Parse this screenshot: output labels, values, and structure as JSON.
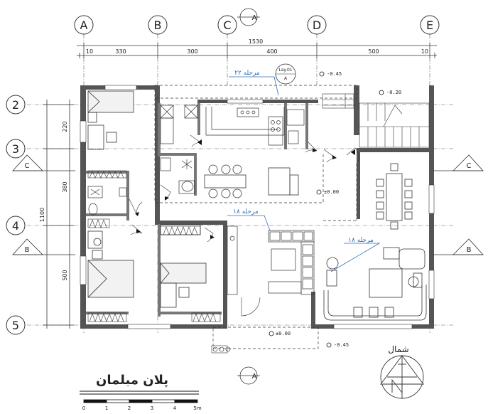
{
  "grid": {
    "cols": [
      "A",
      "B",
      "C",
      "D",
      "E"
    ],
    "rows": [
      "2",
      "3",
      "4",
      "5"
    ]
  },
  "dims": {
    "total": "1530",
    "top": [
      "10",
      "330",
      "300",
      "400",
      "500",
      "10"
    ],
    "left_total": "1100",
    "left": [
      "220",
      "380",
      "500"
    ]
  },
  "sections": {
    "top": "A",
    "bottom": "A",
    "left_upper": "C",
    "left_lower": "B",
    "right_upper": "C",
    "right_lower": "B"
  },
  "levels": {
    "top_stair": "-0.45",
    "stair_landing": "-0.20",
    "hall": "±0.00",
    "entry": "±0.00",
    "bottom_right": "-0.45"
  },
  "notes": {
    "step22": "مرحله ۲۲",
    "step18a": "مرحله ۱۸",
    "step18b": "مرحله ۱۸",
    "layout_ref": "Lay.01",
    "layout_ref_sub": "A"
  },
  "north": "شمال",
  "title": "پلان مبلمان",
  "scale": {
    "labels": [
      "0",
      "1",
      "2",
      "3",
      "4",
      "5m"
    ]
  }
}
